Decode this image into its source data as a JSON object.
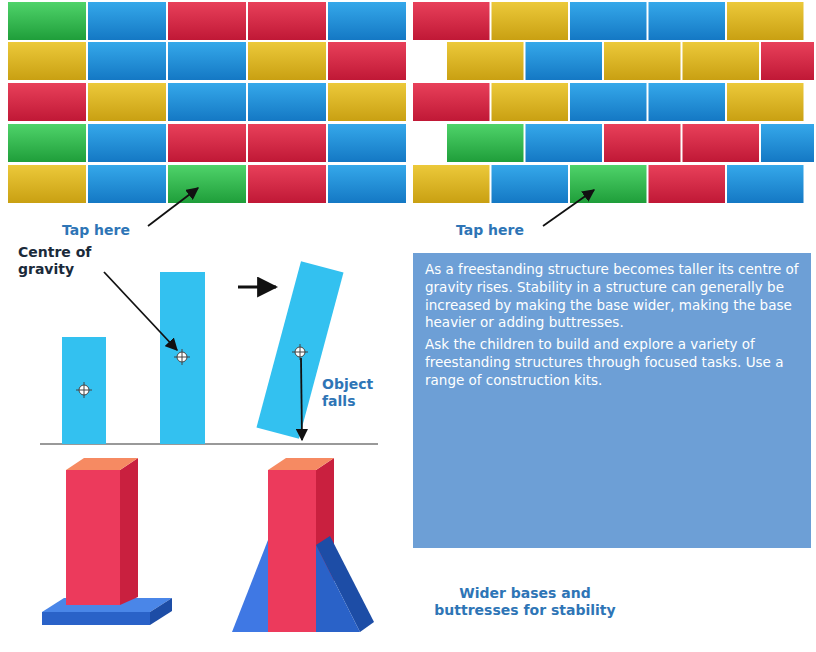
{
  "diagram": {
    "nodes": [
      {
        "text": [
          "As a freestanding structure becomes taller its centre of gravity rises. Stability in a structure can generally be increased by making the base wider, making the base heavier or adding buttresses.",
          "Ask the children to build and explore a variety of freestanding structures through focused tasks. Use a range of construction kits."
        ]
      }
    ],
    "labels": [
      "Tap here",
      "Tap here",
      "Centre of gravity",
      "Object falls",
      "Wider bases and buttresses for stability"
    ]
  }
}
